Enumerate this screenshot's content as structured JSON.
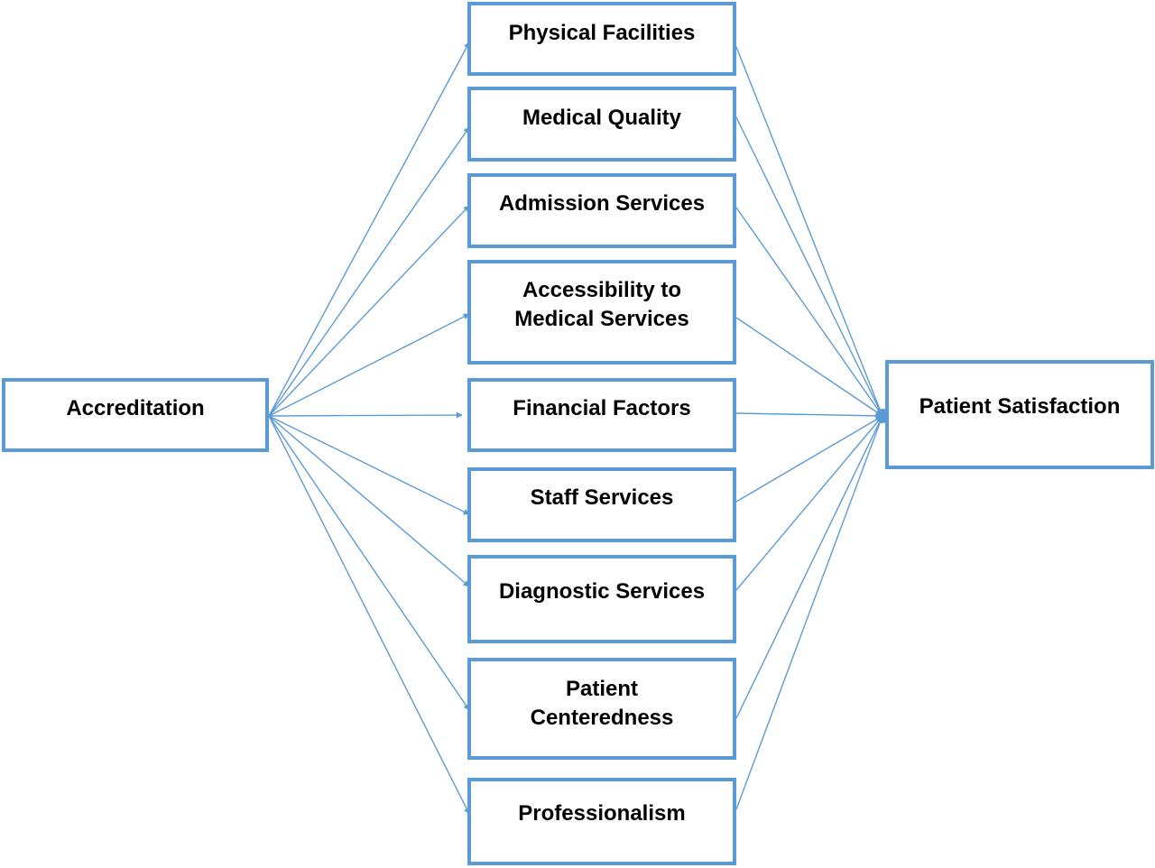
{
  "diagram": {
    "line_color": "#5b9bd5",
    "border_color": "#5b9bd5",
    "source": {
      "label": "Accreditation"
    },
    "target": {
      "label": "Patient Satisfaction"
    },
    "factors": [
      {
        "label": "Physical Facilities"
      },
      {
        "label": "Medical Quality"
      },
      {
        "label": "Admission Services"
      },
      {
        "label": "Accessibility to\nMedical Services"
      },
      {
        "label": "Financial Factors"
      },
      {
        "label": "Staff Services"
      },
      {
        "label": "Diagnostic Services"
      },
      {
        "label": "Patient\nCenteredness"
      },
      {
        "label": "Professionalism"
      }
    ]
  }
}
